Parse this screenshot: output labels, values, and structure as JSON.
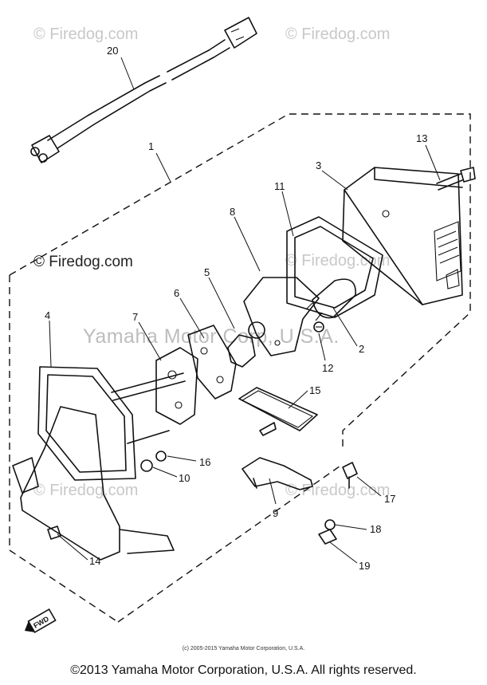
{
  "watermarks": {
    "firedog": "© Firedog.com",
    "yamaha": "Yamaha Motor Corp, U.S.A."
  },
  "callouts": [
    "20",
    "1",
    "13",
    "3",
    "11",
    "8",
    "5",
    "6",
    "7",
    "4",
    "2",
    "12",
    "15",
    "16",
    "10",
    "9",
    "17",
    "18",
    "19",
    "14"
  ],
  "badge": "FWD",
  "small_copyright": "(c) 2005-2015 Yamaha Motor Corporation, U.S.A.",
  "footer": "©2013 Yamaha Motor Corporation, U.S.A. All rights reserved."
}
